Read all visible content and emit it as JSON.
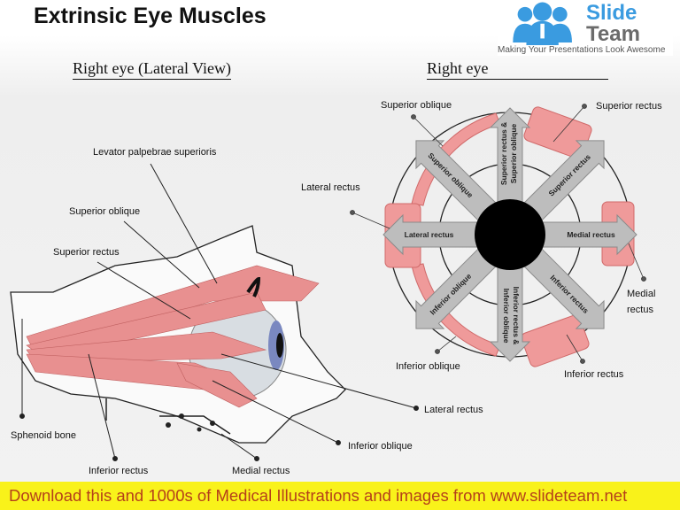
{
  "title": "Extrinsic Eye Muscles",
  "left_subtitle": "Right eye (Lateral View)",
  "right_subtitle": "Right eye",
  "logo": {
    "line1": "Slide",
    "line2": "Team",
    "tagline": "Making Your Presentations Look Awesome"
  },
  "left_labels": {
    "levator": "Levator palpebrae superioris",
    "sup_oblique": "Superior  oblique",
    "sup_rectus": "Superior rectus",
    "sphenoid": "Sphenoid bone",
    "inf_rectus": "Inferior rectus",
    "medial_rectus": "Medial rectus",
    "lateral_rectus": "Lateral rectus",
    "inf_oblique": "Inferior oblique"
  },
  "right_labels": {
    "sup_oblique": "Superior oblique",
    "sup_rectus": "Superior rectus",
    "lateral_rectus": "Lateral rectus",
    "medial_line1": "Medial",
    "medial_line2": "rectus",
    "inf_oblique": "Inferior oblique",
    "inf_rectus": "Inferior rectus"
  },
  "arrows": {
    "up1": "Superior rectus &",
    "up2": "Superior oblique",
    "upleft": "Superior oblique",
    "upright": "Superior rectus",
    "left": "Lateral rectus",
    "right": "Medial rectus",
    "downleft": "Inferior oblique",
    "downright": "Inferior rectus",
    "down1": "Inferior rectus &",
    "down2": "Inferior oblique"
  },
  "footer": "Download this and 1000s of Medical Illustrations and images from www.slideteam.net",
  "colors": {
    "muscle": "#e88a8a",
    "arrow": "#b8b8b8",
    "footer_bg": "#f9f21a",
    "footer_text": "#b5401a",
    "logo_blue": "#3a9be0"
  }
}
